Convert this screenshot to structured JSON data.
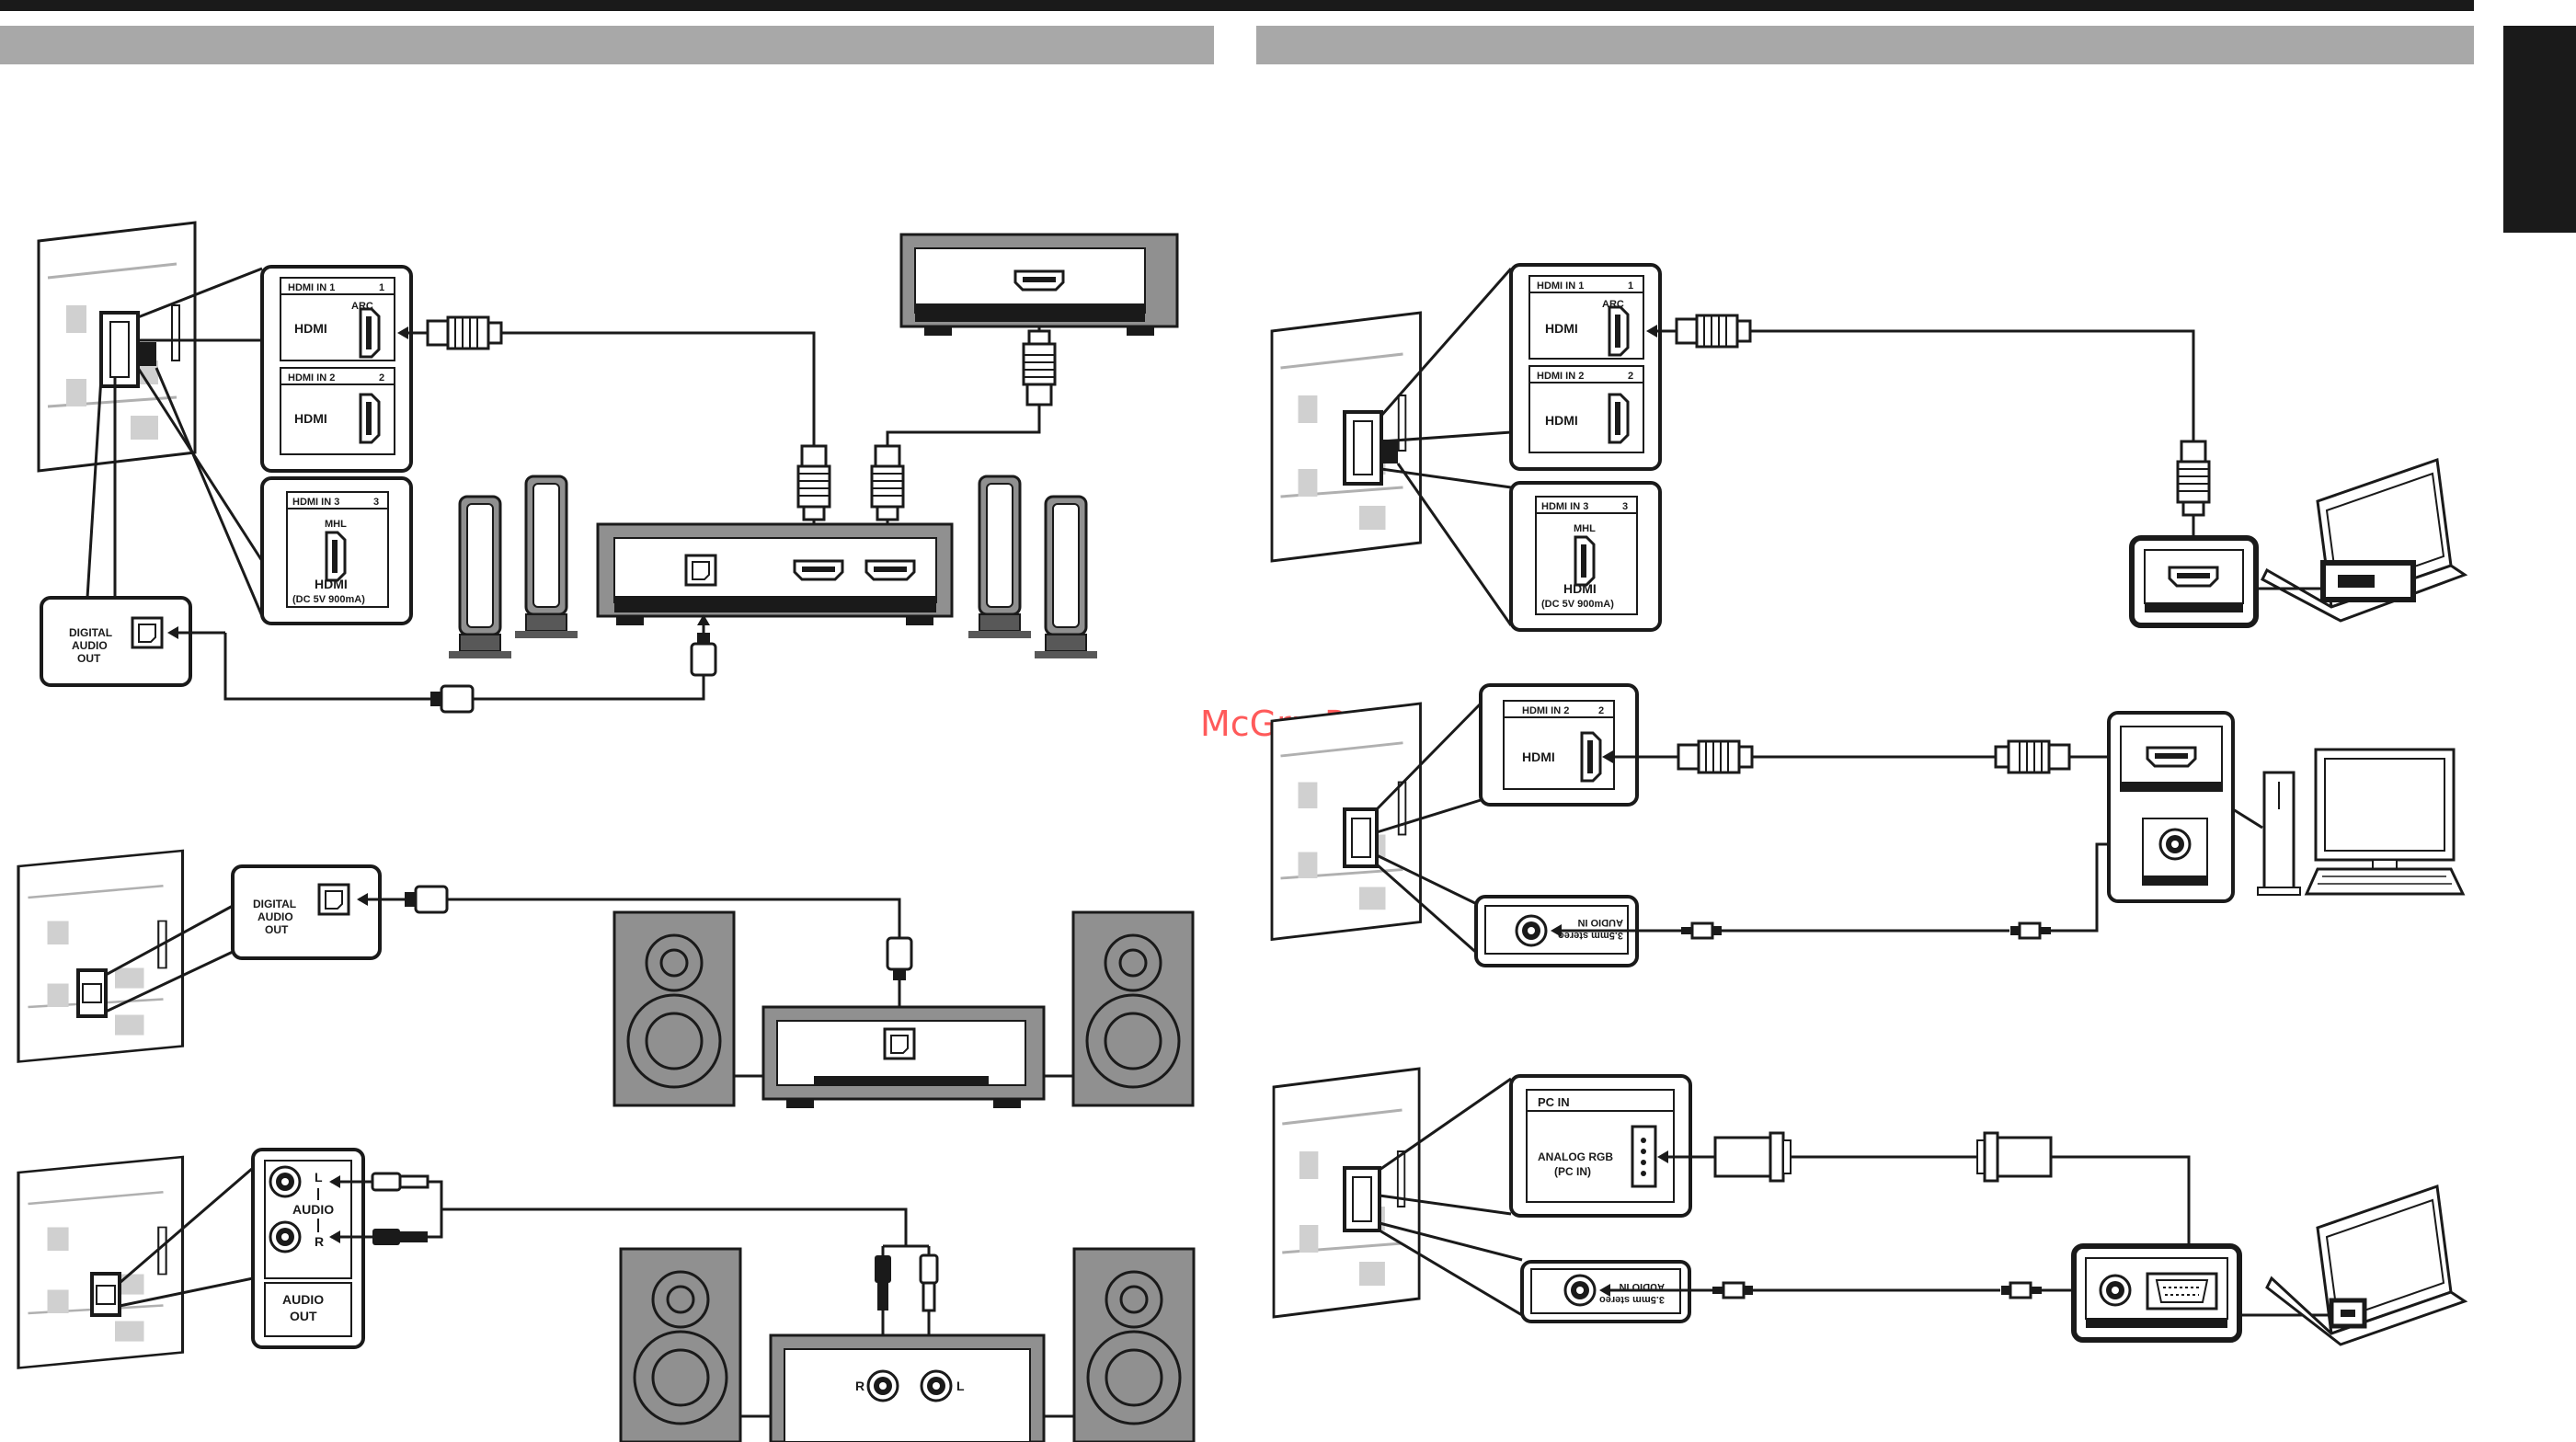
{
  "watermark": "McGrp.Ru",
  "colors": {
    "tab_bar": "#a8a8a8",
    "top_rule": "#1a1a1a",
    "device_gray": "#909090",
    "device_dark": "#585858",
    "panel_bg": "#d4d4d4",
    "ink": "#1a1a1a",
    "watermark": "#ff5a5a"
  },
  "ports": {
    "hdmi_in_1": "HDMI IN 1",
    "hdmi_in_2": "HDMI IN 2",
    "hdmi_in_3": "HDMI IN 3",
    "num_1": "1",
    "num_2": "2",
    "num_3": "3",
    "arc": "ARC",
    "mhl": "MHL",
    "hdmi_logo": "HDMI",
    "mhl_power": "(DC 5V 900mA)",
    "digital_audio_out": [
      "DIGITAL",
      "AUDIO",
      "OUT"
    ],
    "audio_l": "L",
    "audio_r": "R",
    "audio": "AUDIO",
    "audio_out": [
      "AUDIO",
      "OUT"
    ],
    "amp_r": "R",
    "amp_l": "L",
    "pc_audio_in": [
      "AUDIO IN",
      "3.5mm stereo"
    ],
    "pc_in": "PC IN",
    "analog_rgb": [
      "ANALOG RGB",
      "(PC IN)"
    ]
  }
}
